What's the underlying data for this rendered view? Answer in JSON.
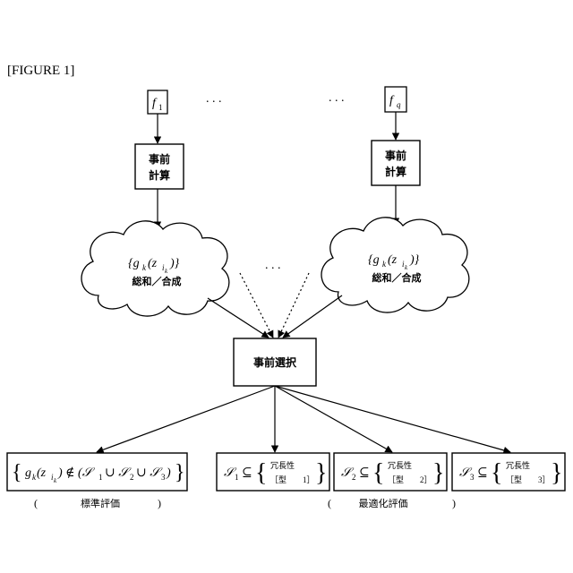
{
  "figure_label": "[FIGURE 1]",
  "inputs": {
    "f_first": "f",
    "f_first_sub": "1",
    "f_last": "f",
    "f_last_sub": "q",
    "ellipsis": ". . ."
  },
  "precompute": {
    "line1": "事前",
    "line2": "計算"
  },
  "cloud": {
    "set_expr": "{g",
    "set_sub": "k",
    "set_arg": "(z",
    "set_arg_sub": "i",
    "set_arg_subsub": "k",
    "set_close": ")}",
    "caption": "総和／合成"
  },
  "preselect": "事前選択",
  "standard_box": {
    "expr_a": "g",
    "expr_a_sub": "k",
    "expr_b": "(z",
    "expr_b_sub": "i",
    "expr_b_subsub": "k",
    "expr_c": ") ∉ (𝒮",
    "expr_c_sub1": "1",
    "expr_d": "∪ 𝒮",
    "expr_d_sub2": "2",
    "expr_e": "∪ 𝒮",
    "expr_e_sub3": "3",
    "expr_f": ")"
  },
  "opt_boxes": [
    {
      "set": "𝒮",
      "sub": "1",
      "rel": "⊆",
      "line1": "冗長性",
      "line2": "［型",
      "num": "1］"
    },
    {
      "set": "𝒮",
      "sub": "2",
      "rel": "⊆",
      "line1": "冗長性",
      "line2": "［型",
      "num": "2］"
    },
    {
      "set": "𝒮",
      "sub": "3",
      "rel": "⊆",
      "line1": "冗長性",
      "line2": "［型",
      "num": "3］"
    }
  ],
  "captions": {
    "standard": "標準評価",
    "optimized": "最適化評価"
  }
}
